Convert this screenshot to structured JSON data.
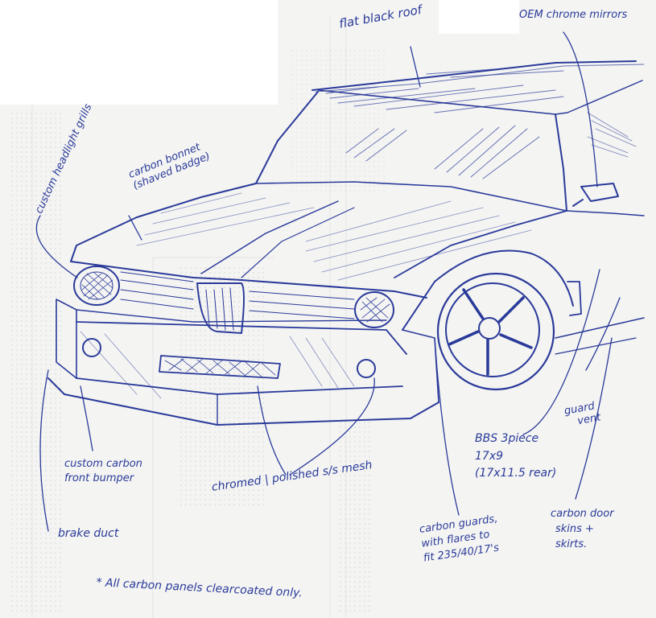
{
  "annotations": {
    "flat_black_roof": "flat black roof",
    "oem_chrome_mirrors": "OEM chrome mirrors",
    "custom_headlight_grills": "custom headlight grills",
    "carbon_bonnet": [
      "carbon bonnet",
      "(shaved badge)"
    ],
    "bbs_wheels": [
      "BBS 3piece",
      "17x9",
      "(17x11.5 rear)"
    ],
    "guard_vent": [
      "guard",
      "vent"
    ],
    "custom_carbon_front_bumper": [
      "custom carbon",
      "front bumper"
    ],
    "chromed_polished_mesh": "chromed | polished s/s mesh",
    "carbon_door_skins": [
      "carbon door",
      "skins +",
      "skirts."
    ],
    "brake_duct": "brake duct",
    "carbon_guards": [
      "carbon guards,",
      "with flares to",
      "fit 235/40/17's"
    ],
    "clearcoat_note": "* All carbon panels clearcoated only."
  },
  "colors": {
    "ink": "#2a3a9a",
    "paper": "#f4f4f2",
    "grid": "#d6d8dc"
  }
}
